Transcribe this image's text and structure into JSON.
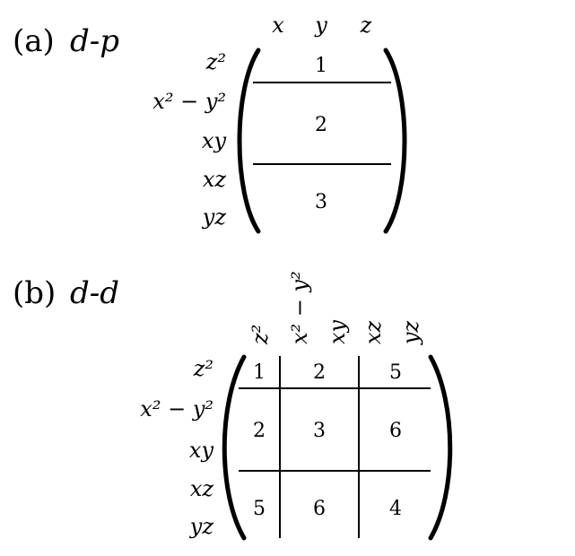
{
  "panel_a": {
    "label": "(a)",
    "title": "d-p",
    "columns": [
      "x",
      "y",
      "z"
    ],
    "rows": [
      "z²",
      "x² − y²",
      "xy",
      "xz",
      "yz"
    ],
    "blocks": [
      "1",
      "2",
      "3"
    ]
  },
  "panel_b": {
    "label": "(b)",
    "title": "d-d",
    "columns": [
      "z²",
      "x² − y²",
      "xy",
      "xz",
      "yz"
    ],
    "rows": [
      "z²",
      "x² − y²",
      "xy",
      "xz",
      "yz"
    ],
    "cells": [
      [
        "1",
        "2",
        "5"
      ],
      [
        "2",
        "3",
        "6"
      ],
      [
        "5",
        "6",
        "4"
      ]
    ]
  }
}
